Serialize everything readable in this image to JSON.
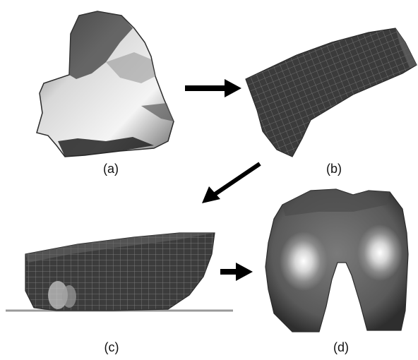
{
  "panels": [
    {
      "id": "a",
      "caption": "(a)"
    },
    {
      "id": "b",
      "caption": "(b)"
    },
    {
      "id": "c",
      "caption": "(c)"
    },
    {
      "id": "d",
      "caption": "(d)"
    }
  ],
  "colors": {
    "mesh_dark": "#3a3a3a",
    "mesh_line": "#8a8a8a",
    "arrow": "#000000",
    "ground": "#9a9a9a"
  }
}
